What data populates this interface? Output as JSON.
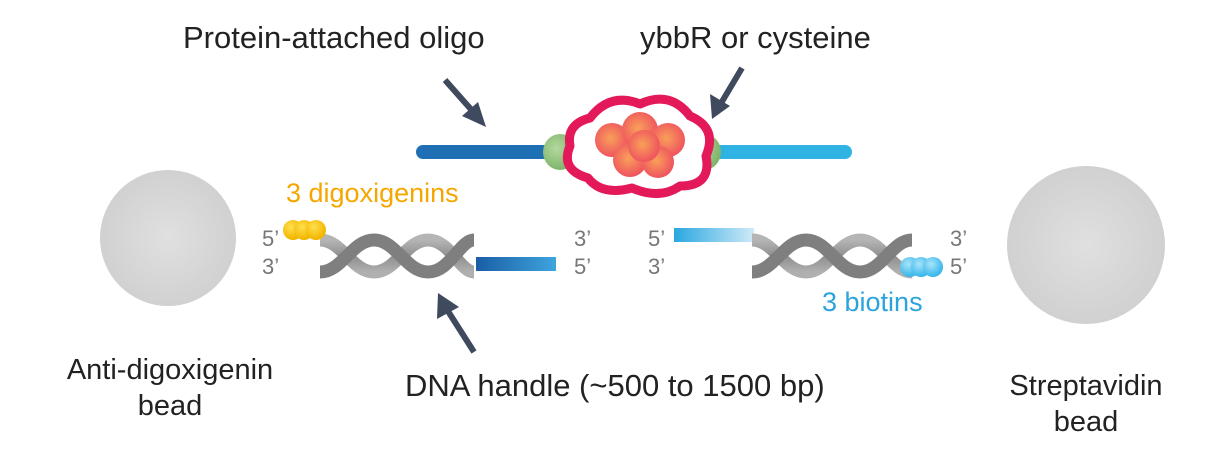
{
  "labels": {
    "protein_oligo": "Protein-attached oligo",
    "ybbr_cysteine": "ybbR or cysteine",
    "digoxigenins": "3 digoxigenins",
    "biotins": "3 biotins",
    "dna_handle": "DNA handle (~500 to 1500 bp)",
    "left_bead": [
      "Anti-digoxigenin",
      "bead"
    ],
    "right_bead": [
      "Streptavidin",
      "bead"
    ]
  },
  "strand_ends": {
    "left_top_left": "5’",
    "left_bottom_left": "3’",
    "left_top_right": "3’",
    "left_bottom_right": "5’",
    "right_top_left": "5’",
    "right_bottom_left": "3’",
    "right_top_right": "3’",
    "right_bottom_right": "5’"
  },
  "colors": {
    "bead": "#d9d9d9",
    "helix": "#9e9e9e",
    "oligo_dark": "#1f6fb5",
    "oligo_light": "#2fb3e3",
    "protein_ring": "#e4195a",
    "protein_core": "#f47a4a",
    "linker": "#8cc079",
    "digoxigenin": "#f6c400",
    "biotin": "#5bc6ee",
    "arrow": "#3f4a5e",
    "digoxigenin_text": "#f5a700",
    "biotin_text": "#2ba3dc"
  }
}
